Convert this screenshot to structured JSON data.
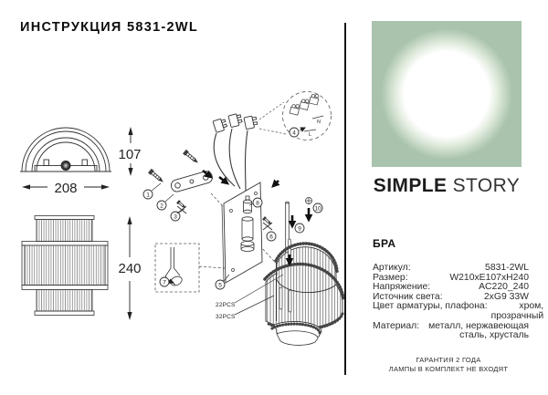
{
  "title": "ИНСТРУКЦИЯ 5831-2WL",
  "diagram": {
    "dim_width": "208",
    "dim_depth": "107",
    "dim_height": "240",
    "part_numbers": [
      "1",
      "2",
      "3",
      "4",
      "5",
      "6",
      "7",
      "8",
      "9",
      "10"
    ],
    "rods_top_count": "22PCS",
    "rods_bottom_count": "32PCS",
    "terminal_neutral": "N",
    "terminal_live": "L"
  },
  "brand": {
    "name_primary": "SIMPLE",
    "name_secondary": "STORY"
  },
  "product": {
    "category": "БРА",
    "specs": [
      {
        "label": "Артикул:",
        "value": "5831-2WL"
      },
      {
        "label": "Размер:",
        "value": "W210xE107xH240"
      },
      {
        "label": "Напряжение:",
        "value": "AC220_240"
      },
      {
        "label": "Источник света:",
        "value": "2xG9 33W"
      },
      {
        "label": "Цвет арматуры, плафона:",
        "value": "хром, прозрачный"
      },
      {
        "label": "Материал:",
        "value": "металл, нержавеющая сталь, хрусталь"
      }
    ],
    "warranty": "ГАРАНТИЯ 2 ГОДА",
    "note": "ЛАМПЫ В КОМПЛЕКТ НЕ ВХОДЯТ"
  },
  "colors": {
    "logo_green": "#a9c3ac",
    "ink": "#1f1f1f"
  }
}
